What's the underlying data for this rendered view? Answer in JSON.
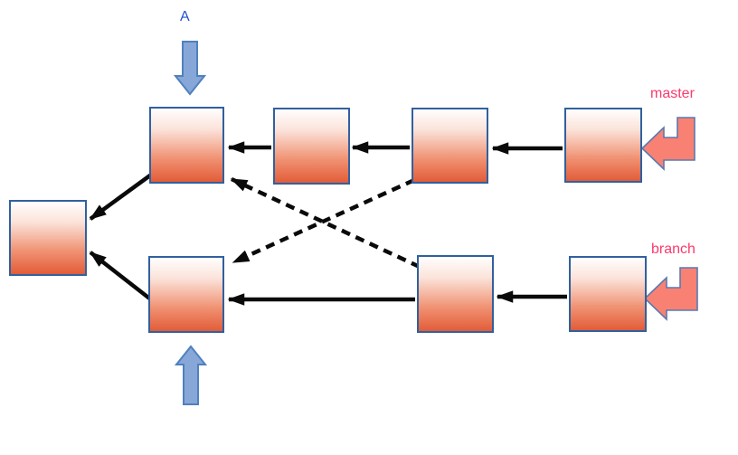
{
  "labels": {
    "annotation_a": "A",
    "master": "master",
    "branch": "branch"
  },
  "colors": {
    "node_border": "#31609f",
    "node_gradient_top": "#fffefe",
    "node_gradient_bottom": "#e25c38",
    "edge_black": "#0a0a0a",
    "annotation_arrow_fill": "#87a7d8",
    "annotation_arrow_stroke": "#4f81bd",
    "annotation_text_blue": "#2353cd",
    "pointer_fill": "#f98174",
    "pointer_stroke": "#5b79ad",
    "pointer_label_pink": "#fa3a6e"
  },
  "graph": {
    "nodes": [
      "merge-base",
      "top-1",
      "top-2",
      "top-3",
      "top-4",
      "bottom-1",
      "bottom-2",
      "bottom-3"
    ],
    "solid_edges": [
      {
        "from": "top-2",
        "to": "top-1"
      },
      {
        "from": "top-3",
        "to": "top-2"
      },
      {
        "from": "top-4",
        "to": "top-3"
      },
      {
        "from": "top-1",
        "to": "merge-base"
      },
      {
        "from": "bottom-1",
        "to": "merge-base"
      },
      {
        "from": "bottom-2",
        "to": "bottom-1"
      },
      {
        "from": "bottom-3",
        "to": "bottom-2"
      }
    ],
    "dashed_edges": [
      {
        "from": "top-3",
        "to": "bottom-1"
      },
      {
        "from": "bottom-2",
        "to": "top-1"
      }
    ],
    "pointers": [
      {
        "label": "master",
        "points_to": "top-4"
      },
      {
        "label": "branch",
        "points_to": "bottom-3"
      }
    ],
    "annotations": [
      {
        "label": "A",
        "direction": "down",
        "points_to": "top-1"
      },
      {
        "label": "",
        "direction": "up",
        "points_to": "bottom-1"
      }
    ]
  }
}
